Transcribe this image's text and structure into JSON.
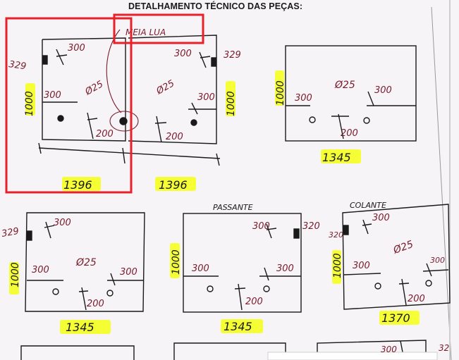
{
  "document": {
    "title": "DETALHAMENTO TÉCNICO DAS PEÇAS:",
    "annotation_half_moon": "MEIA LUA",
    "colors": {
      "paper": "#f6f4f6",
      "ink": "#1a1a1a",
      "handwriting": "#7a1b2c",
      "highlight": "#f5ff2a",
      "selection_box": "#e8202a"
    },
    "panels": [
      {
        "id": "A",
        "side_label": "329",
        "height_label": "1000",
        "w1": "300",
        "w2": "300",
        "hole": "Ø25",
        "bottom": "200",
        "width_label": "1396"
      },
      {
        "id": "B",
        "side_label": "329",
        "height_label": "1000",
        "w1": "300",
        "w2": "300",
        "hole": "Ø25",
        "bottom": "200",
        "width_label": "1396"
      },
      {
        "id": "C",
        "height_label": "1000",
        "w1": "300",
        "w2": "300",
        "hole": "Ø25",
        "bottom": "200",
        "width_label": "1345"
      },
      {
        "id": "D",
        "side_label": "329",
        "height_label": "1000",
        "w1": "300",
        "w2": "300",
        "w3": "300",
        "hole": "Ø25",
        "bottom": "200",
        "width_label": "1345"
      },
      {
        "id": "E",
        "top_label": "PASSANTE",
        "side_label": "320",
        "height_label": "1000",
        "w1": "300",
        "w2": "300",
        "w3": "300",
        "hole": "",
        "bottom": "200",
        "width_label": "1345"
      },
      {
        "id": "F",
        "top_label": "COLANTE",
        "side_label": "320",
        "height_label": "1000",
        "w1": "300",
        "w2": "300",
        "w3": "300",
        "hole": "Ø25",
        "bottom": "200",
        "width_label": "1370"
      }
    ],
    "partial_labels": {
      "bottom_right_w": "300",
      "bottom_right_side": "32"
    }
  }
}
